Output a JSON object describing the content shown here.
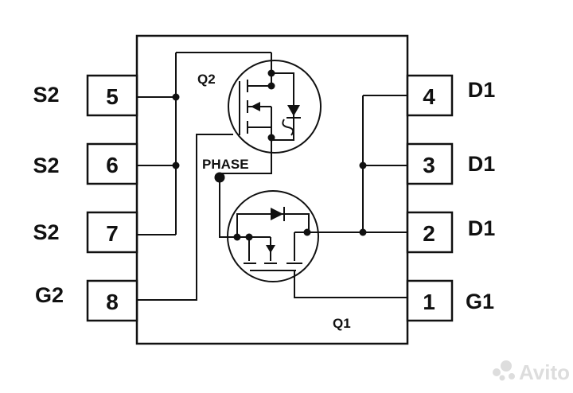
{
  "pins": [
    {
      "number": "5",
      "name": "S2"
    },
    {
      "number": "6",
      "name": "S2"
    },
    {
      "number": "7",
      "name": "S2"
    },
    {
      "number": "8",
      "name": "G2"
    },
    {
      "number": "4",
      "name": "D1"
    },
    {
      "number": "3",
      "name": "D1"
    },
    {
      "number": "2",
      "name": "D1"
    },
    {
      "number": "1",
      "name": "G1"
    }
  ],
  "labels": {
    "q2": "Q2",
    "q1": "Q1",
    "phase": "PHASE"
  },
  "watermark": "Avito",
  "colors": {
    "ink": "#111111",
    "background": "#ffffff",
    "watermark": "#dddddd"
  }
}
